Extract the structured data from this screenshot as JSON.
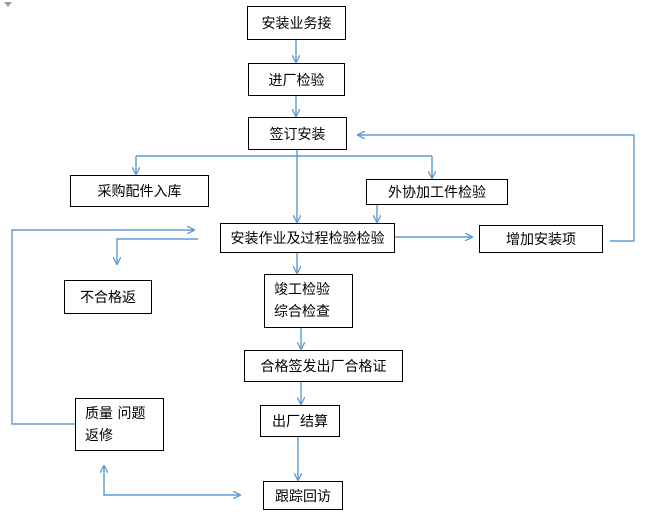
{
  "diagram": {
    "arrow_color": "#5b9bd5",
    "box_border_color": "#000000",
    "nodes": {
      "receive": "安装业务接",
      "incoming": "进厂检验",
      "contract": "签订安装",
      "purchase": "采购配件入库",
      "outsource": "外协加工件检验",
      "install": "安装作业及过程检验检验",
      "add_item": "增加安装项",
      "reject": "不合格返",
      "completion_line1": "竣工检验",
      "completion_line2": "综合检查",
      "certificate": "合格签发出厂合格证",
      "settlement": "出厂结算",
      "quality_line1": "质量 问题",
      "quality_line2": "返修",
      "followup": "跟踪回访"
    }
  }
}
